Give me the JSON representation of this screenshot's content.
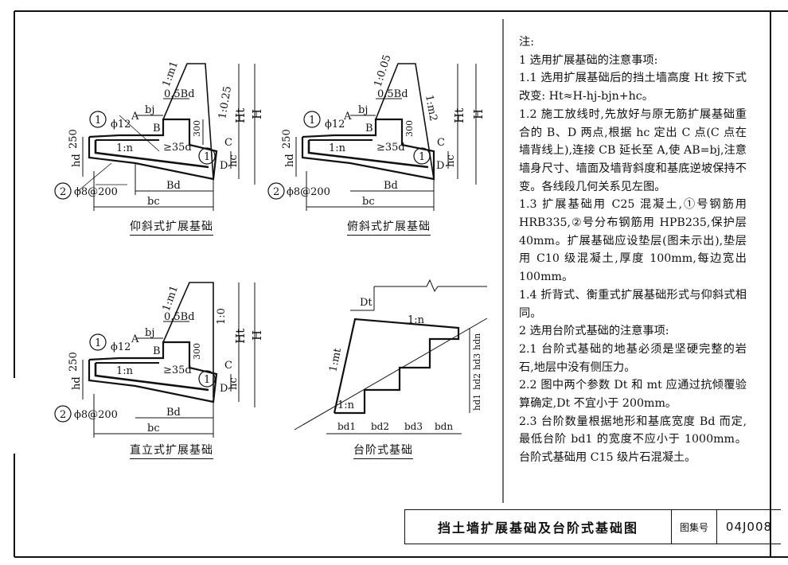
{
  "notes": [
    "注:",
    "1  选用扩展基础的注意事项:",
    "1.1  选用扩展基础后的挡土墙高度 Ht 按下式改变: Ht≈H-hj-bjn+hc。",
    "1.2  施工放线时,先放好与原无筋扩展基础重合的 B、D 两点,根据 hc 定出 C 点(C 点在墙背线上),连接 CB 延长至 A,使 AB=bj,注意墙身尺寸、墙面及墙背斜度和基底逆坡保持不变。各线段几何关系见左图。",
    "1.3  扩展基础用 C25 混凝土,①号钢筋用 HRB335,②号分布钢筋用 HPB235,保护层 40mm。扩展基础应设垫层(图未示出),垫层用 C10 级混凝土,厚度 100mm,每边宽出 100mm。",
    "1.4  折背式、衡重式扩展基础形式与仰斜式相同。",
    "2  选用台阶式基础的注意事项:",
    "2.1  台阶式基础的地基必须是坚硬完整的岩石,地层中没有侧压力。",
    "2.2  图中两个参数 Dt 和 mt 应通过抗倾覆验算确定,Dt 不宜小于 200mm。",
    "2.3  台阶数量根据地形和基底宽度 Bd 而定,最低台阶 bd1 的宽度不应小于 1000mm。台阶式基础用 C15 级片石混凝土。"
  ],
  "captions": {
    "d1": "仰斜式扩展基础",
    "d2": "俯斜式扩展基础",
    "d3": "直立式扩展基础",
    "d4": "台阶式基础"
  },
  "labels": {
    "slope1": "1:m1",
    "slope1b": "1:0.25",
    "slope2a": "1:0.05",
    "slope2b": "1:m2",
    "slope3b": "1:0",
    "slope_n": "1:n",
    "slope_t": "1:mt",
    "half_bd": "0.5Bd",
    "bj": "bj",
    "phi12": "ϕ12",
    "rebar2": "ϕ8@200",
    "d250": "250",
    "d300": "300",
    "lap": "≥35d",
    "hd": "hd",
    "hc": "hc",
    "Ht": "Ht",
    "H": "H",
    "Bd": "Bd",
    "bc": "bc",
    "A": "A",
    "B": "B",
    "C": "C",
    "D": "D",
    "c1": "1",
    "c2": "2",
    "Dt": "Dt",
    "hdn": "hdn",
    "hd3": "hd3",
    "hd2": "hd2",
    "hd1": "hd1",
    "bd1": "bd1",
    "bd2": "bd2",
    "bd3": "bd3",
    "bdn": "bdn"
  },
  "title_block": {
    "title": "挡土墙扩展基础及台阶式基础图",
    "atlas_label": "图集号",
    "atlas_no": "04J008"
  }
}
